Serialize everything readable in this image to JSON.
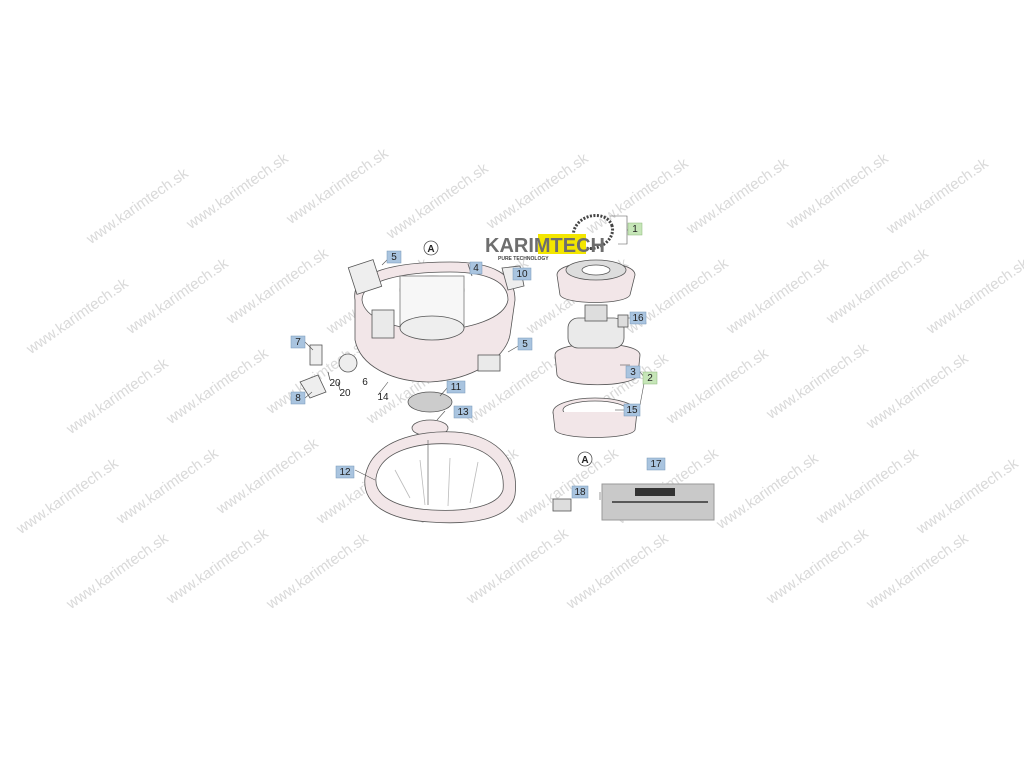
{
  "logo": {
    "brand": "KARIMTECH",
    "tagline": "PURE TECHNOLOGY"
  },
  "watermark": {
    "text": "www.karimtech.sk",
    "color": "#d9d9d9"
  },
  "colors": {
    "callout_blue": "#a9c4df",
    "callout_green": "#c6e6b8",
    "line": "#555555",
    "part_fill": "#f2e6e8",
    "logo_yellow": "#f3e600"
  },
  "callouts": [
    {
      "number": "1",
      "color": "green"
    },
    {
      "number": "2",
      "color": "green"
    },
    {
      "number": "3",
      "color": "blue"
    },
    {
      "number": "4",
      "color": "blue"
    },
    {
      "number": "5",
      "color": "blue"
    },
    {
      "number": "5",
      "color": "blue"
    },
    {
      "number": "6",
      "color": "none"
    },
    {
      "number": "7",
      "color": "blue"
    },
    {
      "number": "8",
      "color": "blue"
    },
    {
      "number": "10",
      "color": "blue"
    },
    {
      "number": "11",
      "color": "blue"
    },
    {
      "number": "12",
      "color": "blue"
    },
    {
      "number": "13",
      "color": "blue"
    },
    {
      "number": "14",
      "color": "none"
    },
    {
      "number": "15",
      "color": "blue"
    },
    {
      "number": "16",
      "color": "blue"
    },
    {
      "number": "17",
      "color": "blue"
    },
    {
      "number": "18",
      "color": "blue"
    },
    {
      "number": "20",
      "color": "none"
    },
    {
      "number": "20",
      "color": "none"
    }
  ],
  "markers": [
    "A",
    "A"
  ]
}
